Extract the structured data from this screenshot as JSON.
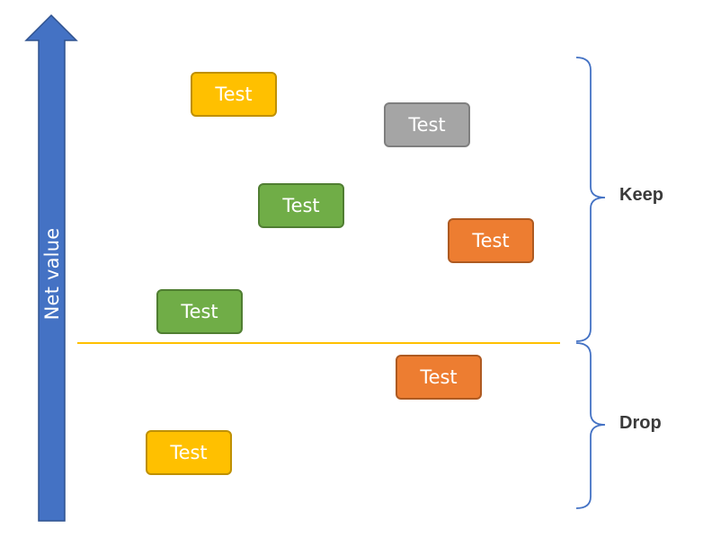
{
  "axis": {
    "label": "Net value",
    "color": "#4472C4"
  },
  "threshold": {
    "color": "#FFC000"
  },
  "items": [
    {
      "label": "Test",
      "fill": "#FFC000",
      "stroke": "#BF9000"
    },
    {
      "label": "Test",
      "fill": "#A5A5A5",
      "stroke": "#7F7F7F"
    },
    {
      "label": "Test",
      "fill": "#70AD47",
      "stroke": "#507E32"
    },
    {
      "label": "Test",
      "fill": "#ED7D31",
      "stroke": "#AE5A21"
    },
    {
      "label": "Test",
      "fill": "#70AD47",
      "stroke": "#507E32"
    },
    {
      "label": "Test",
      "fill": "#ED7D31",
      "stroke": "#AE5A21"
    },
    {
      "label": "Test",
      "fill": "#FFC000",
      "stroke": "#BF9000"
    }
  ],
  "zones": {
    "keep": "Keep",
    "drop": "Drop",
    "brace_color": "#4472C4"
  }
}
